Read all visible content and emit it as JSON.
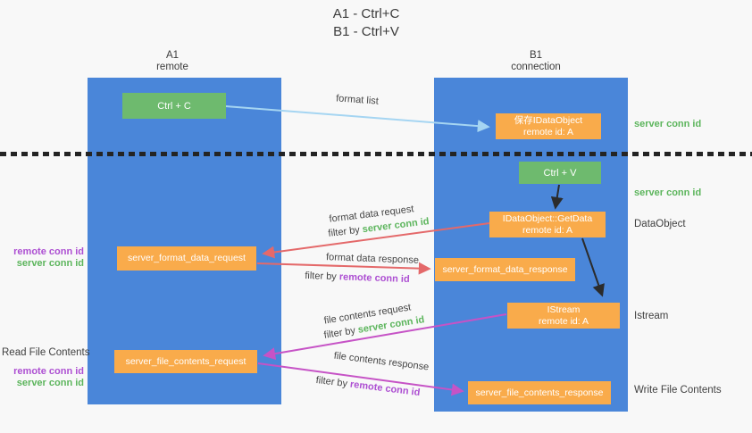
{
  "title": {
    "line1": "A1 - Ctrl+C",
    "line2": "B1 - Ctrl+V"
  },
  "colors": {
    "bg": "#f8f8f8",
    "column_blue": "#4a86d9",
    "box_green": "#6eba6e",
    "box_orange": "#f9ab4b",
    "text_green": "#5cb55c",
    "text_purple": "#ad4fd2",
    "text_dark": "#454545",
    "arrow_red": "#e4696a",
    "arrow_magenta": "#c653c6",
    "arrow_blue": "#a5d5f2",
    "arrow_black": "#2b2b2b"
  },
  "lanes": {
    "left": {
      "name": "A1",
      "role": "remote"
    },
    "right": {
      "name": "B1",
      "role": "connection"
    }
  },
  "boxes": {
    "ctrl_c": "Ctrl + C",
    "ctrl_v": "Ctrl + V",
    "save_dataobject": {
      "line1": "保存IDataObject",
      "line2": "remote id: A"
    },
    "getdata": {
      "line1": "IDataObject::GetData",
      "line2": "remote id: A"
    },
    "istream": {
      "line1": "IStream",
      "line2": "remote id: A"
    },
    "server_format_data_request": "server_format_data_request",
    "server_format_data_response": "server_format_data_response",
    "server_file_contents_request": "server_file_contents_request",
    "server_file_contents_response": "server_file_contents_response"
  },
  "right_labels": {
    "server_conn_top": "server conn id",
    "server_conn_mid": "server conn id",
    "dataobject": "DataObject",
    "istream": "Istream",
    "write_file_contents": "Write File Contents"
  },
  "left_labels": {
    "remote_conn_top": "remote conn id",
    "server_conn_top": "server conn id",
    "read_file_contents": "Read File Contents",
    "remote_conn_bottom": "remote conn id",
    "server_conn_bottom": "server conn id"
  },
  "flow_labels": {
    "format_list": "format list",
    "format_data_request": "format data request",
    "format_data_response": "format data response",
    "file_contents_request": "file contents request",
    "file_contents_response": "file contents response",
    "filter_by": "filter by",
    "server_conn_id": "server conn id",
    "remote_conn_id": "remote conn id"
  }
}
